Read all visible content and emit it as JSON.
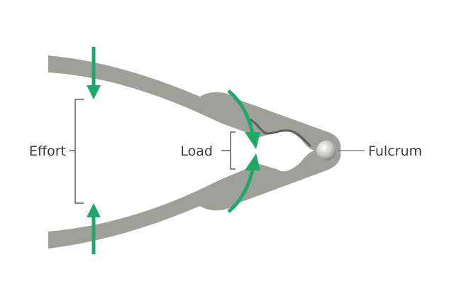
{
  "labels": {
    "effort": "Effort",
    "load": "Load",
    "fulcrum": "Fulcrum"
  },
  "colors": {
    "lever": "#a0a09b",
    "lever_dark": "#6c6c68",
    "arrow": "#1ea869",
    "bracket": "#3a3a3a",
    "pivot": "#d8d8d4"
  },
  "icons": [
    "nutcracker-lever",
    "effort-arrow",
    "load-arrow",
    "fulcrum-pivot"
  ]
}
